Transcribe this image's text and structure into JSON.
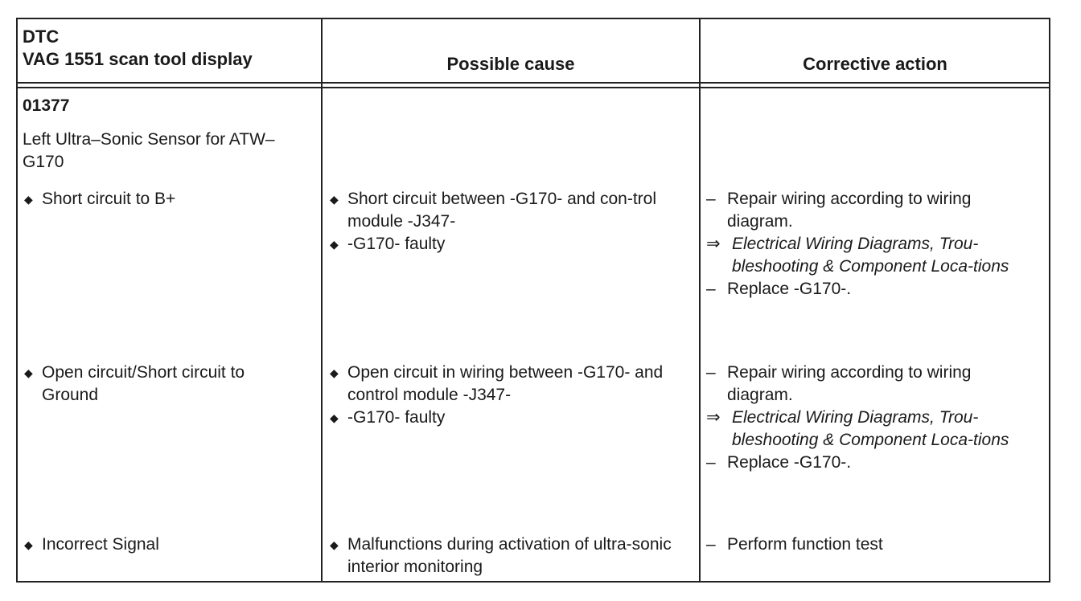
{
  "header": {
    "col1_line1": "DTC",
    "col1_line2": "VAG 1551 scan tool display",
    "col2": "Possible cause",
    "col3": "Corrective action"
  },
  "dtc": {
    "code": "01377",
    "description": "Left Ultra–Sonic Sensor for ATW–G170"
  },
  "rows": [
    {
      "symptom": "Short circuit to B+",
      "causes": [
        "Short circuit between -G170- and con-trol module -J347-",
        "-G170- faulty"
      ],
      "actions": {
        "repair": "Repair wiring according to wiring diagram.",
        "reference": "Electrical Wiring Diagrams, Trou-bleshooting & Component Loca-tions",
        "replace": "Replace -G170-."
      }
    },
    {
      "symptom": "Open circuit/Short circuit to Ground",
      "causes": [
        "Open circuit in wiring between -G170- and control module -J347-",
        "-G170- faulty"
      ],
      "actions": {
        "repair": "Repair wiring according to wiring diagram.",
        "reference": "Electrical Wiring Diagrams, Trou-bleshooting & Component Loca-tions",
        "replace": "Replace -G170-."
      }
    },
    {
      "symptom": "Incorrect Signal",
      "causes": [
        "Malfunctions during activation of ultra-sonic interior monitoring"
      ],
      "actions": {
        "function_test": "Perform function test"
      }
    }
  ],
  "symbols": {
    "bullet": "◆",
    "dash": "–",
    "arrow": "⇒"
  }
}
